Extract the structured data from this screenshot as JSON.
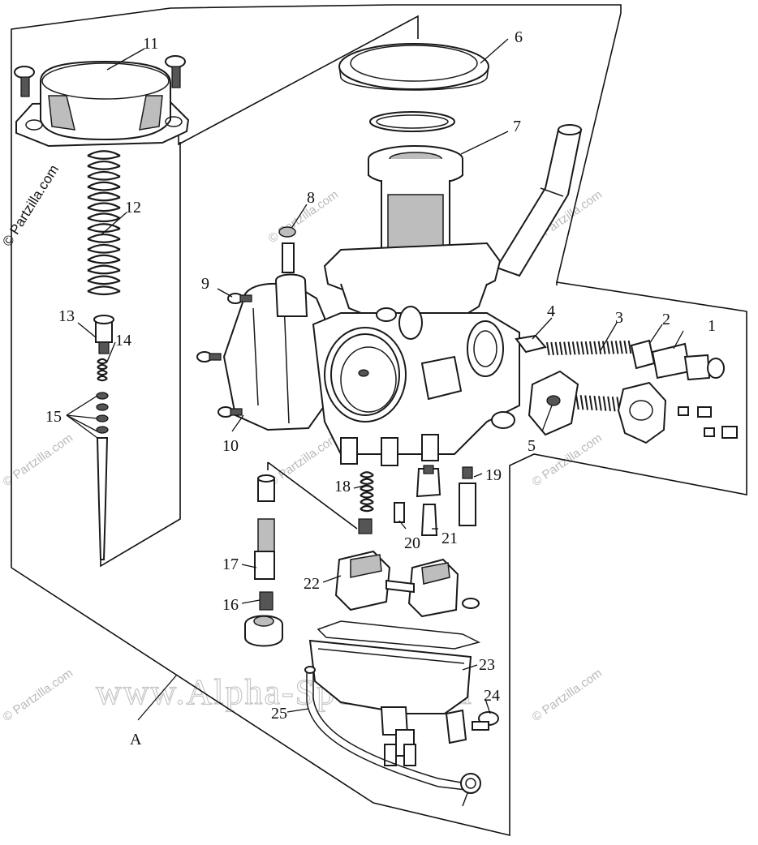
{
  "diagram": {
    "callouts": [
      "1",
      "2",
      "3",
      "4",
      "5",
      "6",
      "7",
      "8",
      "9",
      "10",
      "11",
      "12",
      "13",
      "14",
      "15",
      "16",
      "17",
      "18",
      "19",
      "20",
      "21",
      "22",
      "23",
      "24",
      "25",
      "A"
    ],
    "watermark_site": "www.Alpha-Sports.com",
    "watermark_partzilla": "© Partzilla.com"
  }
}
